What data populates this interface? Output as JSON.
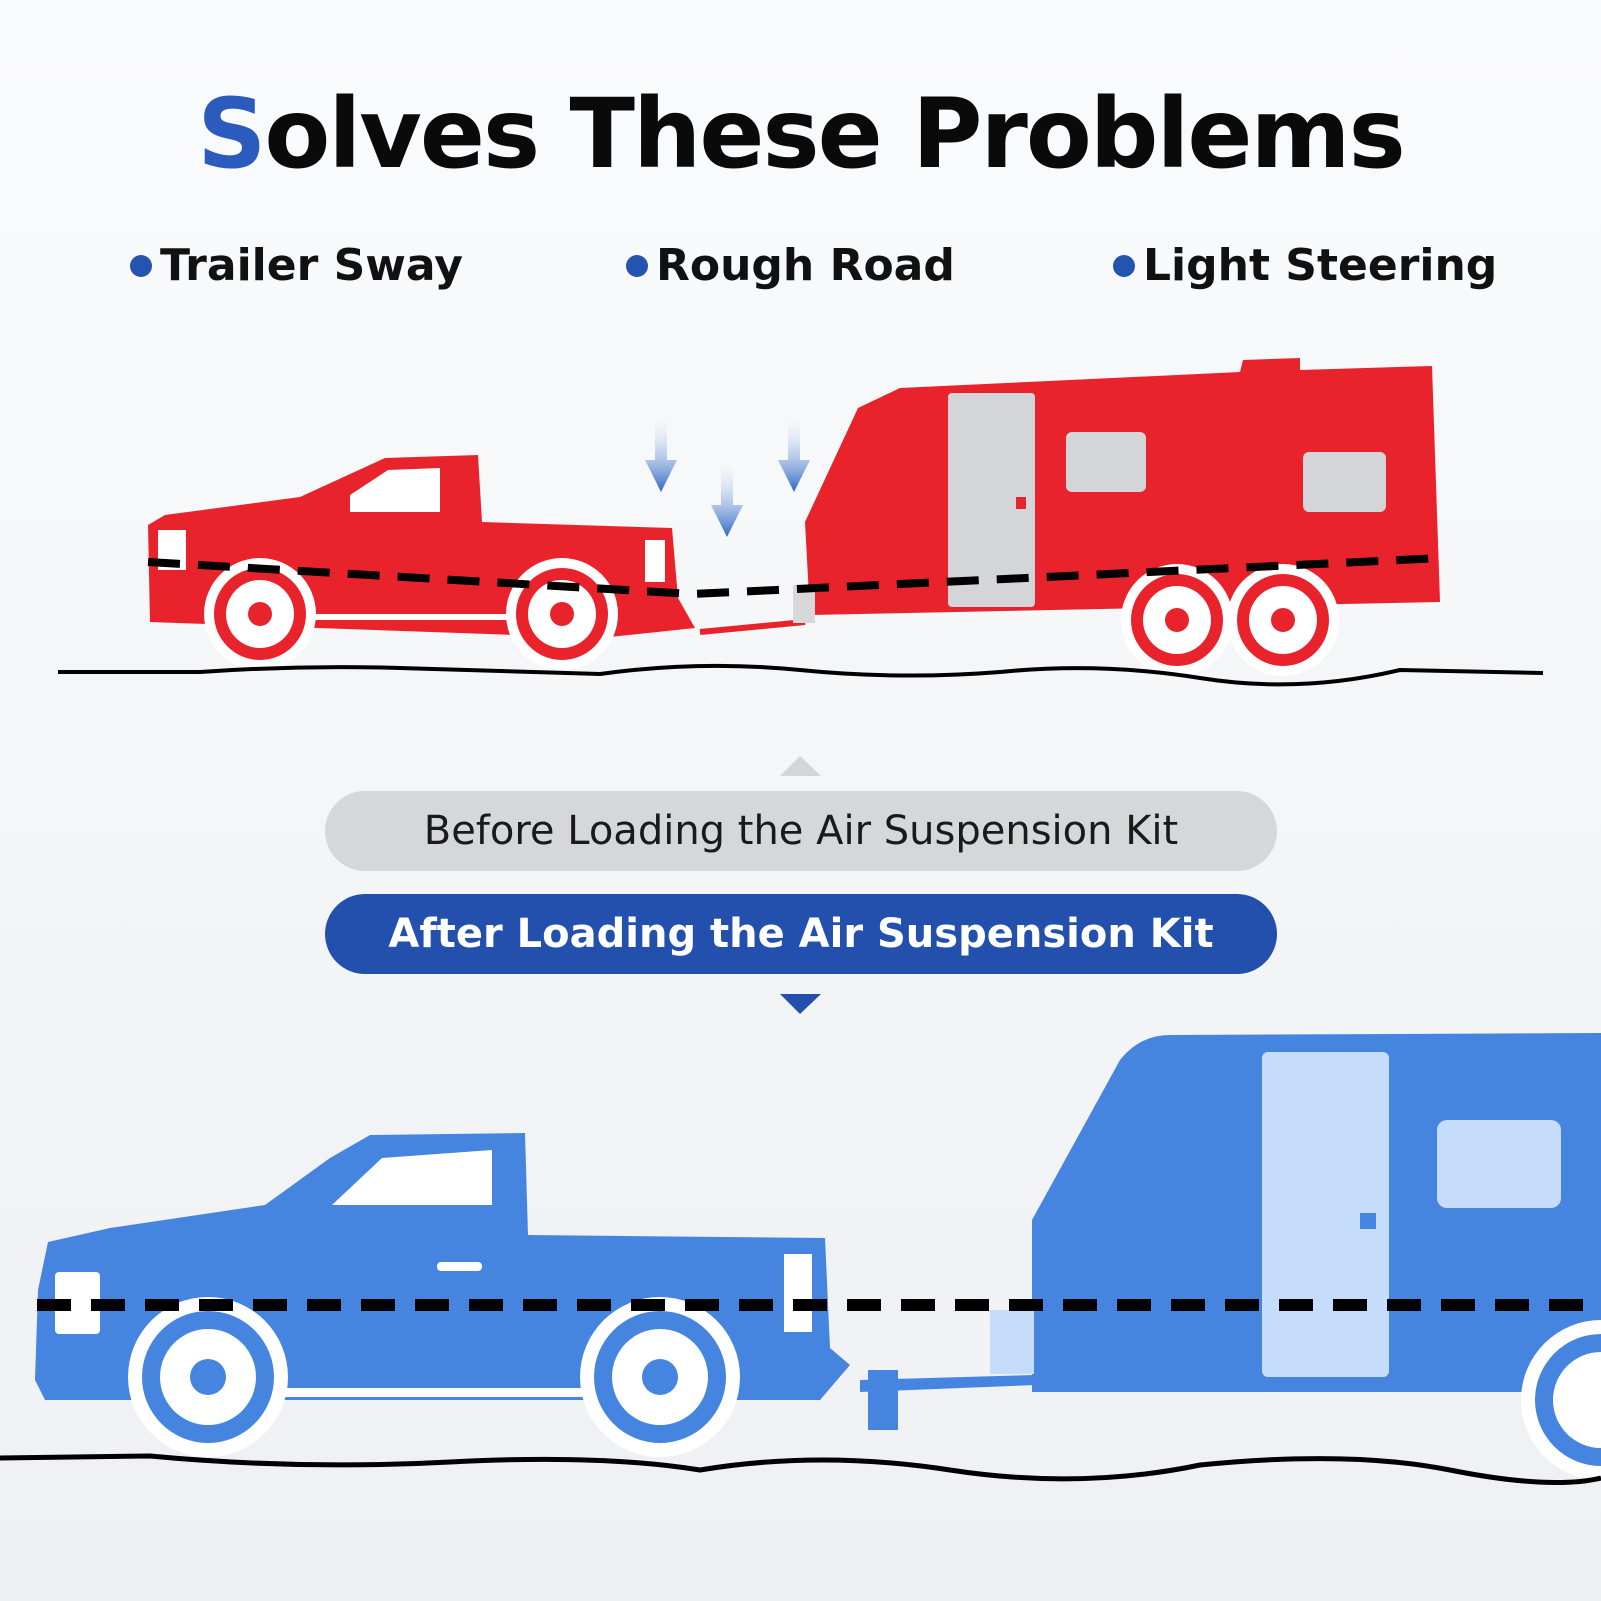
{
  "title": {
    "first_letter": "S",
    "rest": "olves These Problems"
  },
  "problems": [
    "Trailer Sway",
    "Rough Road",
    "Light Steering"
  ],
  "labels": {
    "before": "Before Loading the Air Suspension Kit",
    "after": "After Loading the Air Suspension Kit"
  },
  "colors": {
    "accent": "#2350ad",
    "before_vehicle": "#e8232b",
    "after_vehicle": "#4585e0"
  }
}
